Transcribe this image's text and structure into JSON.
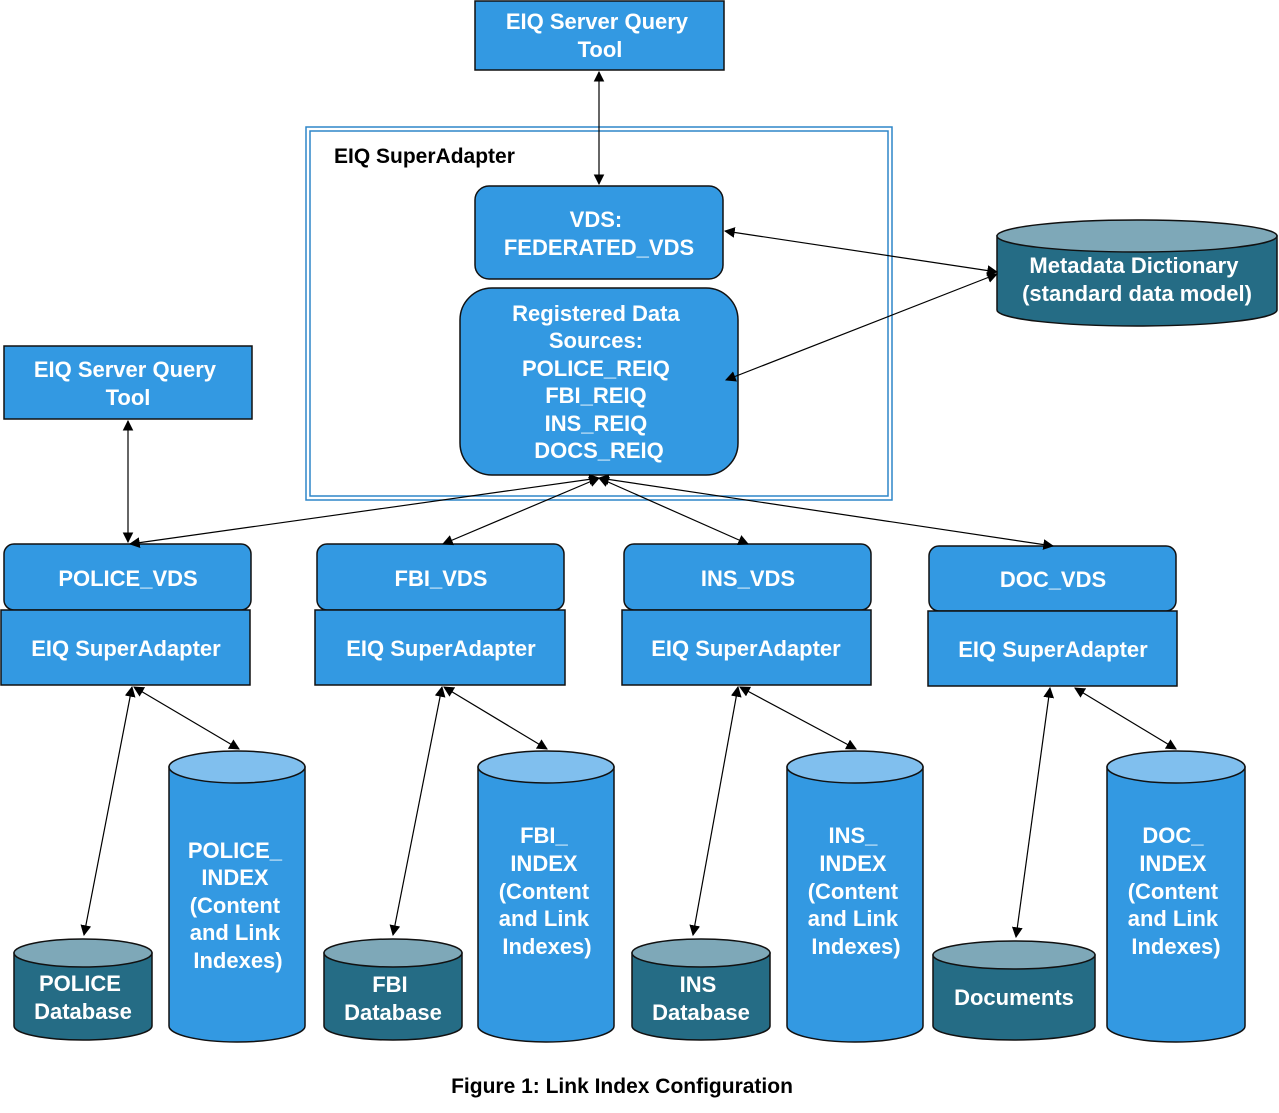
{
  "top_query_tool": {
    "lines": [
      "EIQ Server Query",
      "Tool"
    ]
  },
  "left_query_tool": {
    "lines": [
      "EIQ Server Query",
      "Tool"
    ]
  },
  "superadapter_group": {
    "label": "EIQ SuperAdapter"
  },
  "vds_box": {
    "lines": [
      "VDS:",
      "FEDERATED_VDS"
    ]
  },
  "registered_sources": {
    "lines": [
      "Registered Data",
      "Sources:",
      "POLICE_REIQ",
      "FBI_REIQ",
      "INS_REIQ",
      "DOCS_REIQ"
    ]
  },
  "metadata_dictionary": {
    "lines": [
      "Metadata Dictionary",
      "(standard data model)"
    ]
  },
  "columns": [
    {
      "vds": "POLICE_VDS",
      "adapter": "EIQ SuperAdapter",
      "index_lines": [
        "POLICE_",
        "INDEX",
        "(Content",
        "and Link",
        "Indexes)"
      ],
      "db_lines": [
        "POLICE",
        "Database"
      ]
    },
    {
      "vds": "FBI_VDS",
      "adapter": "EIQ SuperAdapter",
      "index_lines": [
        "FBI_",
        "INDEX",
        "(Content",
        "and Link",
        "Indexes)"
      ],
      "db_lines": [
        "FBI",
        "Database"
      ]
    },
    {
      "vds": "INS_VDS",
      "adapter": "EIQ SuperAdapter",
      "index_lines": [
        "INS_",
        "INDEX",
        "(Content",
        "and Link",
        "Indexes)"
      ],
      "db_lines": [
        "INS",
        "Database"
      ]
    },
    {
      "vds": "DOC_VDS",
      "adapter": "EIQ SuperAdapter",
      "index_lines": [
        "DOC_",
        "INDEX",
        "(Content",
        "and Link",
        "Indexes)"
      ],
      "db_lines": [
        "Documents"
      ]
    }
  ],
  "caption": "Figure 1: Link Index Configuration",
  "colors": {
    "box_fill": "#3399e2",
    "cylinder_top": "#80bfee",
    "database_fill": "#256c85",
    "database_top": "#7ea8b8",
    "group_border": "#2e86c8"
  }
}
